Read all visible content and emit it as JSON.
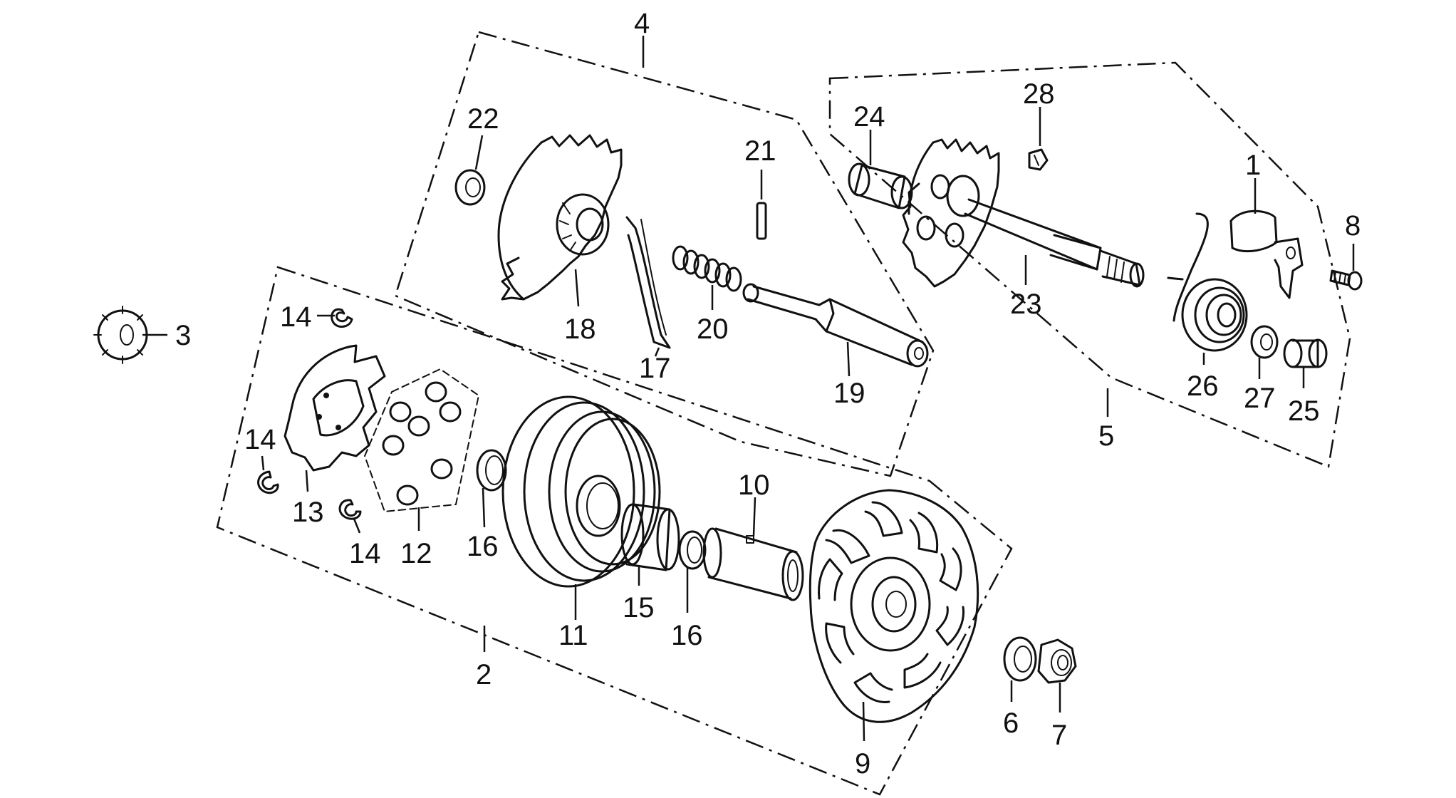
{
  "labels": {
    "p1": "1",
    "p2": "2",
    "p3": "3",
    "p4": "4",
    "p5": "5",
    "p6": "6",
    "p7": "7",
    "p8": "8",
    "p9": "9",
    "p10": "10",
    "p11": "11",
    "p12": "12",
    "p13": "13",
    "p14a": "14",
    "p14b": "14",
    "p14c": "14",
    "p15": "15",
    "p16a": "16",
    "p16b": "16",
    "p17": "17",
    "p18": "18",
    "p19": "19",
    "p20": "20",
    "p21": "21",
    "p22": "22",
    "p23": "23",
    "p24": "24",
    "p25": "25",
    "p26": "26",
    "p27": "27",
    "p28": "28"
  }
}
